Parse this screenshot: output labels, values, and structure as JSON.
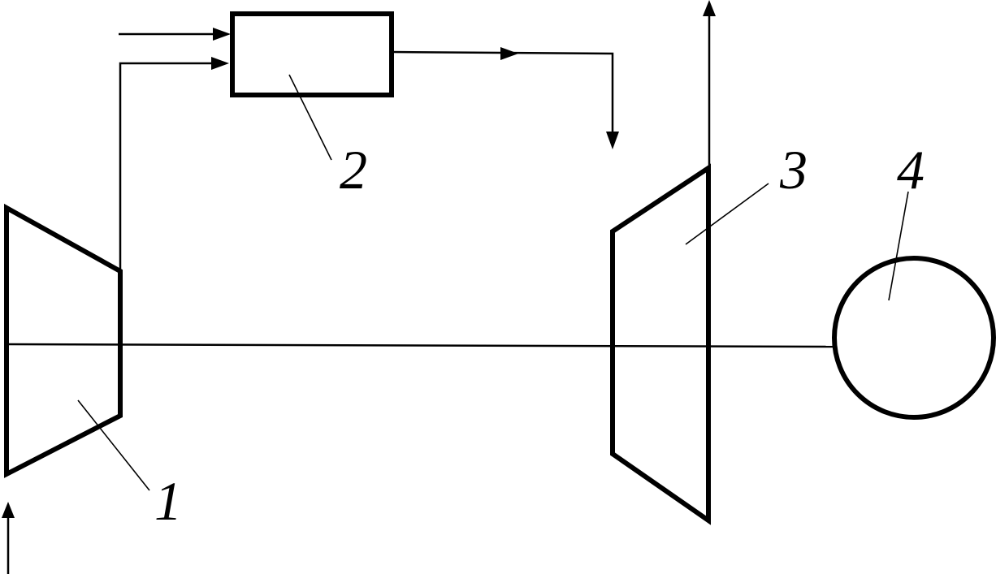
{
  "labels": {
    "compressor": "1",
    "combustion_chamber": "2",
    "turbine": "3",
    "generator": "4"
  }
}
